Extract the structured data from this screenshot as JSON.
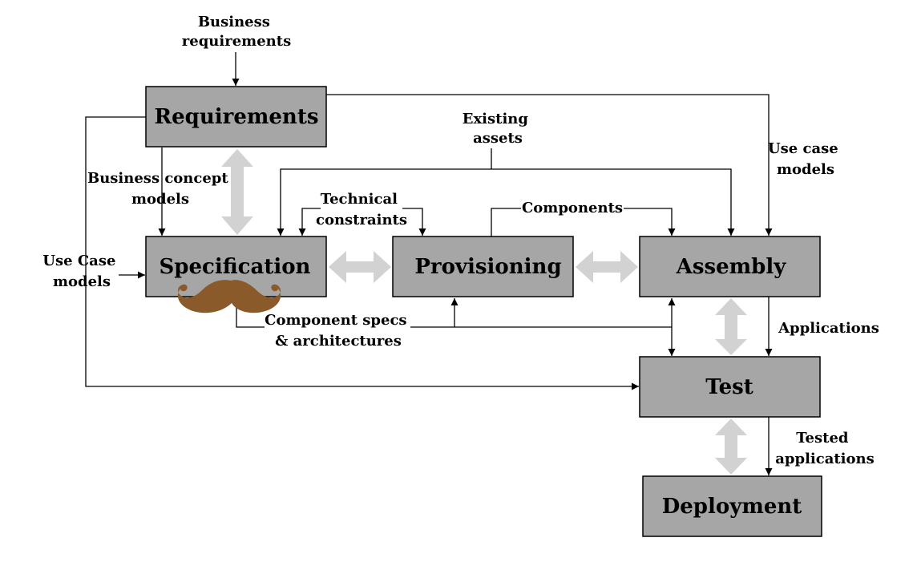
{
  "boxes": {
    "requirements": "Requirements",
    "specification": "Specification",
    "provisioning": "Provisioning",
    "assembly": "Assembly",
    "test": "Test",
    "deployment": "Deployment"
  },
  "labels": {
    "business_requirements": [
      "Business",
      "requirements"
    ],
    "existing_assets": [
      "Existing",
      "assets"
    ],
    "use_case_models_right": [
      "Use case",
      "models"
    ],
    "business_concept_models": [
      "Business concept",
      "models"
    ],
    "technical_constraints": [
      "Technical",
      "constraints"
    ],
    "components": "Components",
    "use_case_models_left": [
      "Use Case",
      "models"
    ],
    "component_specs": [
      "Component specs",
      "& architectures"
    ],
    "applications": "Applications",
    "tested_applications": [
      "Tested",
      "applications"
    ]
  },
  "colors": {
    "box_fill": "#a6a6a6",
    "double_arrow": "#d2d2d2",
    "mustache": "#8b5a2b"
  }
}
